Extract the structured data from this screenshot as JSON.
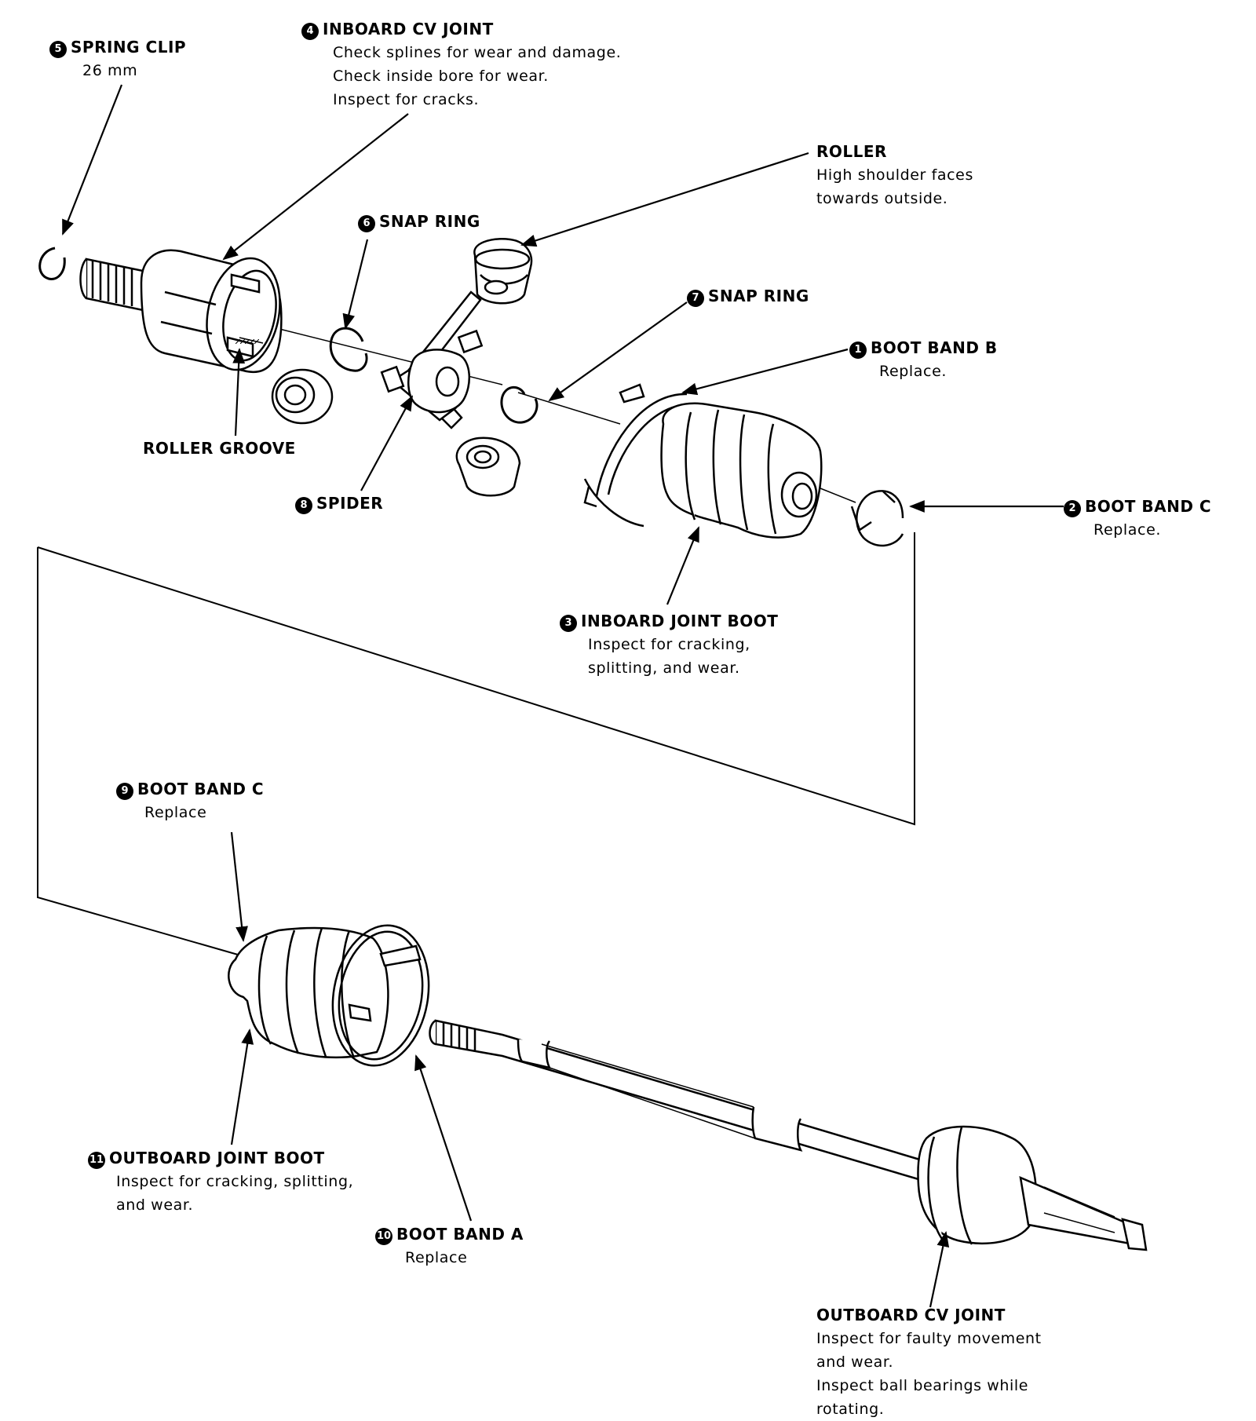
{
  "labels": {
    "spring_clip": {
      "num": "5",
      "title": "SPRING CLIP",
      "desc": [
        "26 mm"
      ]
    },
    "inboard_cv_joint": {
      "num": "4",
      "title": "INBOARD CV JOINT",
      "desc": [
        "Check splines for wear and damage.",
        "Check inside bore for wear.",
        "Inspect for cracks."
      ]
    },
    "roller": {
      "num": "",
      "title": "ROLLER",
      "desc": [
        "High shoulder faces",
        "towards outside."
      ]
    },
    "snap_ring_6": {
      "num": "6",
      "title": "SNAP RING",
      "desc": []
    },
    "snap_ring_7": {
      "num": "7",
      "title": "SNAP RING",
      "desc": []
    },
    "boot_band_b": {
      "num": "1",
      "title": "BOOT BAND  B",
      "desc": [
        "Replace."
      ]
    },
    "roller_groove": {
      "num": "",
      "title": "ROLLER GROOVE",
      "desc": []
    },
    "spider": {
      "num": "8",
      "title": "SPIDER",
      "desc": []
    },
    "boot_band_c_2": {
      "num": "2",
      "title": "BOOT BAND  C",
      "desc": [
        "Replace."
      ]
    },
    "inboard_joint_boot": {
      "num": "3",
      "title": "INBOARD JOINT BOOT",
      "desc": [
        "Inspect for cracking,",
        "splitting, and wear."
      ]
    },
    "boot_band_c_9": {
      "num": "9",
      "title": "BOOT BAND  C",
      "desc": [
        "Replace"
      ]
    },
    "outboard_joint_boot": {
      "num": "11",
      "title": "OUTBOARD JOINT BOOT",
      "desc": [
        "Inspect for cracking, splitting,",
        "and wear."
      ]
    },
    "boot_band_a": {
      "num": "10",
      "title": "BOOT BAND  A",
      "desc": [
        "Replace"
      ]
    },
    "outboard_cv_joint": {
      "num": "",
      "title": "OUTBOARD CV JOINT",
      "desc": [
        "Inspect for faulty movement",
        "and wear.",
        "Inspect ball bearings while",
        "rotating."
      ]
    }
  }
}
